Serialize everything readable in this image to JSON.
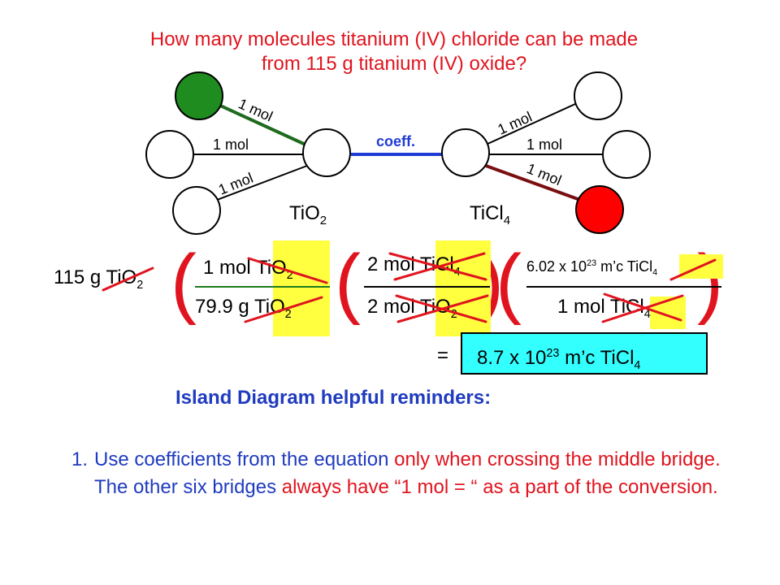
{
  "question": {
    "line1": "How many molecules titanium (IV) chloride can be made",
    "line2": "from 115 g titanium (IV) oxide?"
  },
  "diagram": {
    "bridge_label": "coeff.",
    "left_island": {
      "base": "TiO",
      "sub": "2"
    },
    "right_island": {
      "base": "TiCl",
      "sub": "4"
    },
    "left_bridges": [
      "1 mol",
      "1 mol",
      "1 mol"
    ],
    "right_bridges": [
      "1 mol",
      "1 mol",
      "1 mol"
    ],
    "colors": {
      "start": "#1e8c1e",
      "end": "#ff0000",
      "coeff": "#1f3bd6",
      "path": "#7a0f10"
    }
  },
  "calculation": {
    "given": {
      "text": "115 g TiO",
      "sub": "2"
    },
    "fractions": [
      {
        "num": {
          "pre": "1 mol ",
          "hl": "TiO",
          "sub": "2"
        },
        "den": {
          "pre": "79.9 g ",
          "hl": "TiO",
          "sub": "2"
        }
      },
      {
        "num": {
          "pre": "2 mol ",
          "hl": "TiCl",
          "sub": "4"
        },
        "den": {
          "pre": "2 mol ",
          "hl": "TiO",
          "sub": "2"
        }
      },
      {
        "num": {
          "pre": "6.02 x 10",
          "sup": "23",
          "mid": " m’c ",
          "hl": "TiCl",
          "sub": "4"
        },
        "den": {
          "pre": "1 mol ",
          "hl": "TiCl",
          "sub": "4"
        }
      }
    ],
    "equals": "=",
    "answer": {
      "pre": "8.7 x 10",
      "sup": "23",
      "post": " m’c TiCl",
      "sub": "4"
    }
  },
  "reminders": {
    "heading": "Island Diagram helpful reminders:",
    "item_number": "1.",
    "item_parts": [
      {
        "text": "Use coefficients from the equation",
        "color": "blue"
      },
      {
        "text": " only when crossing the middle bridge. ",
        "color": "red"
      },
      {
        "text": "The other six bridges ",
        "color": "blue"
      },
      {
        "text": "always have “1 mol = “ as a part of the conversion.",
        "color": "red"
      }
    ]
  }
}
